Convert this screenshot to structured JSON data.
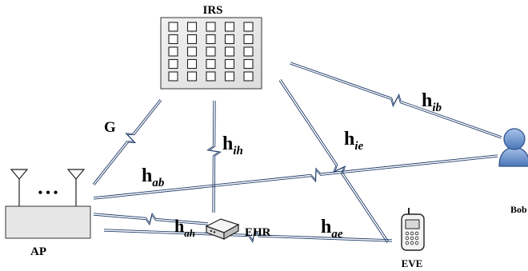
{
  "diagram": {
    "nodes": {
      "irs": {
        "label": "IRS",
        "grid_rows": 5,
        "grid_cols": 5
      },
      "ap": {
        "label": "AP",
        "dots": "• • •"
      },
      "bob": {
        "label": "Bob"
      },
      "ehr": {
        "label": "EHR"
      },
      "eve": {
        "label": "EVE"
      }
    },
    "links": {
      "g": {
        "symbol": "G",
        "sub": ""
      },
      "hih": {
        "symbol": "h",
        "sub": "ih"
      },
      "hie": {
        "symbol": "h",
        "sub": "ie"
      },
      "hib": {
        "symbol": "h",
        "sub": "ib"
      },
      "hab": {
        "symbol": "h",
        "sub": "ab"
      },
      "hah": {
        "symbol": "h",
        "sub": "ah"
      },
      "hae": {
        "symbol": "h",
        "sub": "ae"
      }
    },
    "colors": {
      "link": "#1f3a68",
      "irs_panel": "#e6e6e6",
      "ap_box": "#e6e6e6",
      "bob_body": "#5d88c3",
      "outline": "#222222"
    }
  }
}
